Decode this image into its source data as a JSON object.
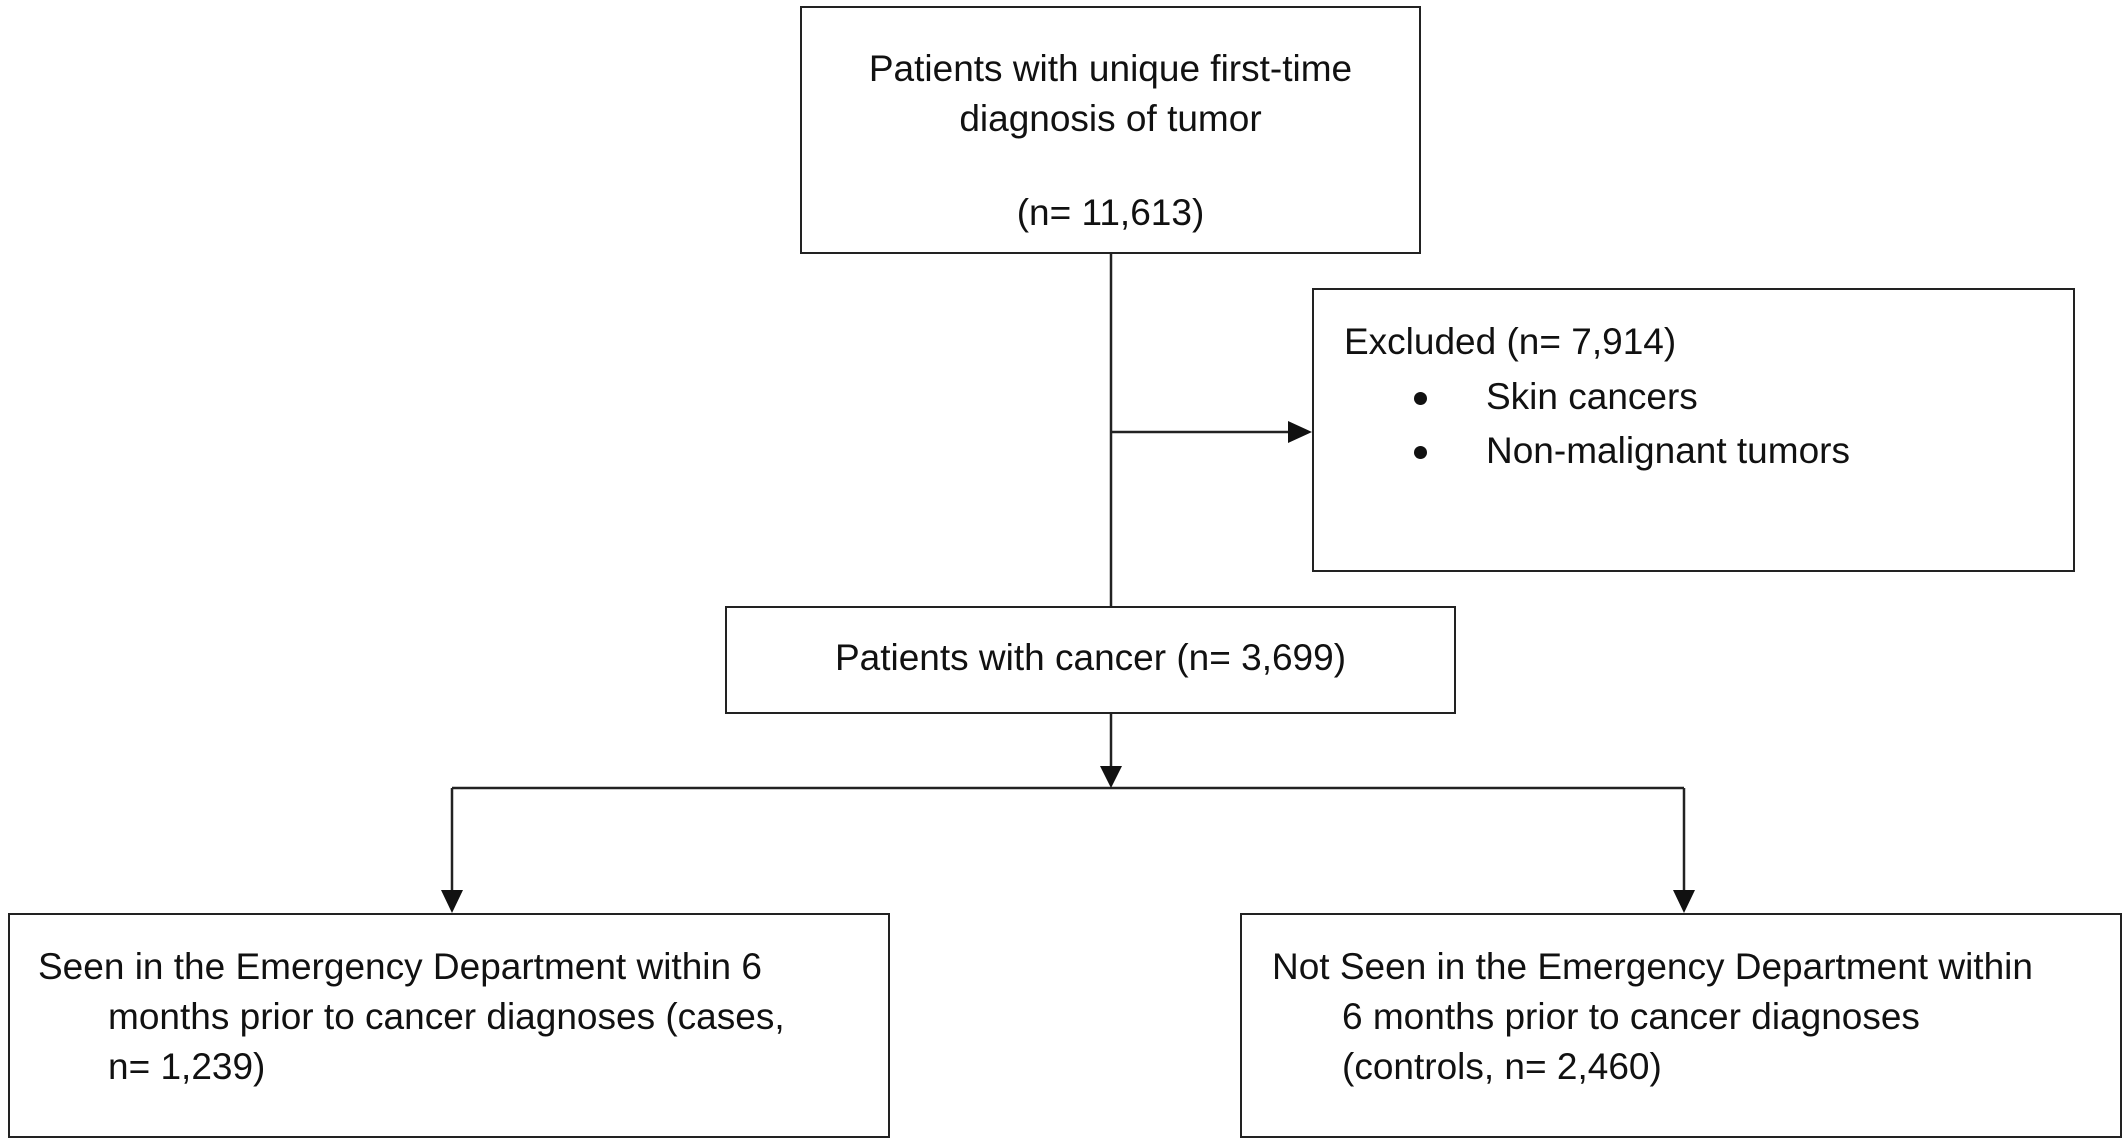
{
  "boxes": {
    "initial": {
      "line1": "Patients with unique first-time",
      "line2": "diagnosis of tumor",
      "count": "(n= 11,613)"
    },
    "excluded": {
      "title": "Excluded (n= 7,914)",
      "items": [
        "Skin cancers",
        "Non-malignant tumors"
      ]
    },
    "cancer": {
      "label": "Patients with cancer (n= 3,699)"
    },
    "cases": {
      "line1": "Seen in the Emergency Department within 6",
      "line2": "months prior to cancer diagnoses (cases,",
      "line3": "n= 1,239)"
    },
    "controls": {
      "line1": "Not Seen in the Emergency Department within",
      "line2": "6 months prior to cancer diagnoses",
      "line3": "(controls, n= 2,460)"
    }
  }
}
